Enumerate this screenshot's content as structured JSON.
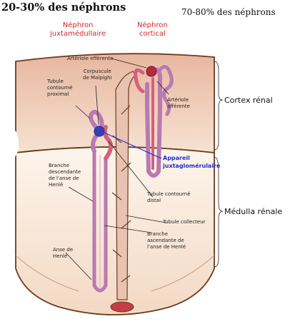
{
  "header": {
    "left_title": "20-30% des néphrons",
    "right_title": "70-80% des néphrons"
  },
  "nephron_types": {
    "juxta_line1": "Néphron",
    "juxta_line2": "juxtamédullaire",
    "cortical_line1": "Néphron",
    "cortical_line2": "cortical"
  },
  "labels": {
    "arteriole_efferente": "Artériole efférente",
    "corpuscule_line1": "Corpuscule",
    "corpuscule_line2": "de Malpighi",
    "tubule_proximal_line1": "Tubule",
    "tubule_proximal_line2": "contourné",
    "tubule_proximal_line3": "proximal",
    "arteriole_afferente_line1": "Artériole",
    "arteriole_afferente_line2": "afférente",
    "branche_desc_line1": "Branche",
    "branche_desc_line2": "descendante",
    "branche_desc_line3": "de l'anse de",
    "branche_desc_line4": "Henlé",
    "tubule_distal_line1": "Tubule contourné",
    "tubule_distal_line2": "distal",
    "tubule_collecteur": "Tubule collecteur",
    "branche_asc_line1": "Branche",
    "branche_asc_line2": "ascendante de",
    "branche_asc_line3": "l'anse de Henlé",
    "anse_line1": "Anse de",
    "anse_line2": "Henlé"
  },
  "appareil": {
    "line1": "Appareil",
    "line2": "juxtaglomérulaire"
  },
  "regions": {
    "cortex": "Cortex rénal",
    "medulla": "Médulla rénale"
  },
  "colors": {
    "cortex_fill": "#f4dccb",
    "medulla_fill": "#fbf0e6",
    "outline": "#6b3b1f",
    "tubule_purple": "#b87ab0",
    "tubule_red": "#d5607a",
    "blue_pointer": "#1f2fd0",
    "title_red": "#d3272a"
  }
}
